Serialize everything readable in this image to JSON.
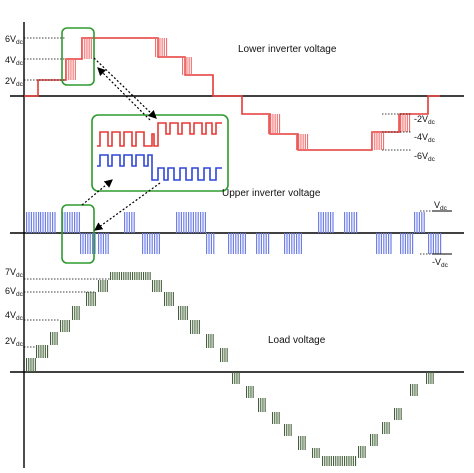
{
  "titles": {
    "lower": "Lower inverter voltage",
    "upper": "Upper inverter voltage",
    "load": "Load voltage"
  },
  "lower_levels": {
    "pos6": {
      "main": "6V",
      "sub": "dc"
    },
    "pos4": {
      "main": "4V",
      "sub": "dc"
    },
    "pos2": {
      "main": "2V",
      "sub": "dc"
    },
    "neg2": {
      "main": "-2V",
      "sub": "dc"
    },
    "neg4": {
      "main": "-4V",
      "sub": "dc"
    },
    "neg6": {
      "main": "-6V",
      "sub": "dc"
    }
  },
  "upper_levels": {
    "pos": {
      "main": "V",
      "sub": "dc"
    },
    "neg": {
      "main": "-V",
      "sub": "dc"
    }
  },
  "load_levels": {
    "pos7": {
      "main": "7V",
      "sub": "dc"
    },
    "pos6": {
      "main": "6V",
      "sub": "dc"
    },
    "pos4": {
      "main": "4V",
      "sub": "dc"
    },
    "pos2": {
      "main": "2V",
      "sub": "dc"
    }
  },
  "colors": {
    "lower": "#e53935",
    "lower_pwm": "#f07070",
    "upper": "#2f47d6",
    "upper_pwm": "#6f7fe6",
    "load": "#44603a",
    "highlight": "#2e9a2e",
    "axis": "#000000"
  }
}
